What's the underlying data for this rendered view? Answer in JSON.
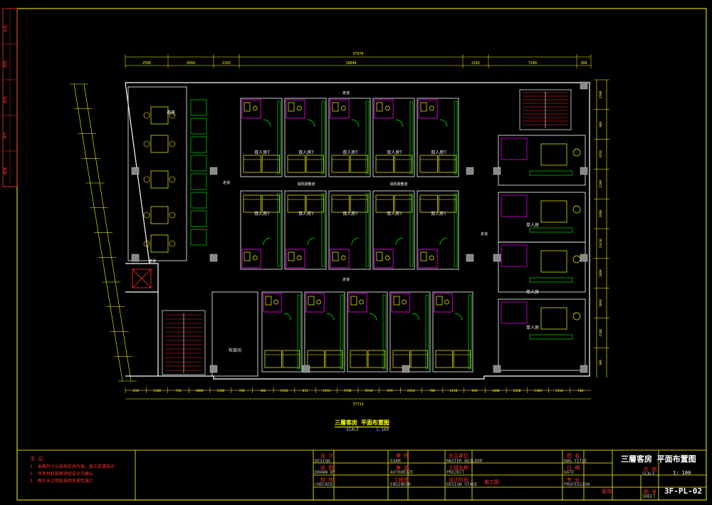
{
  "drawing": {
    "title": "三層客房 平面布置图",
    "scale_label": "SCALE",
    "scale_value": "1:100",
    "overall_dim_top": "37970",
    "overall_dim_bottom": "37713",
    "top_dims": [
      "2500",
      "4560",
      "2165",
      "18940",
      "2165",
      "7240",
      "300"
    ],
    "bottom_dims": [
      "650",
      "1100",
      "720",
      "1080",
      "3300",
      "700",
      "306",
      "2910",
      "851",
      "2910",
      "3780",
      "2910",
      "929",
      "2310",
      "700",
      "1410",
      "928",
      "1408",
      "2260",
      "1360",
      "2310",
      "700"
    ],
    "right_dims": [
      "2500",
      "900",
      "1950",
      "2100",
      "1800",
      "23430",
      "1800",
      "2060",
      "2500",
      "300"
    ],
    "room_labels": [
      "双人房T",
      "双人房T",
      "双人房T",
      "双人房T",
      "双人房T",
      "双人房T",
      "双人房T",
      "双人房T",
      "双人房T",
      "双人房T"
    ],
    "corridor_labels": [
      "走道",
      "走道",
      "走道",
      "走道",
      "走道"
    ],
    "duct_labels": [
      "消防疏散道",
      "消防疏散道"
    ],
    "suite_labels": [
      "单人房",
      "单人房",
      "单人房"
    ],
    "service_label": "布草间",
    "lounge_label": "茶座"
  },
  "title_block": {
    "notes_heading": "注 记",
    "notes": [
      "1. 本图尺寸以现场实测为准，施工前请核对",
      "2. 所有材料规格须经设计方确认",
      "3. 图中未注明处按相关规范施工"
    ],
    "design_cn": "设 计",
    "design_en": "DESIGN",
    "drawn_cn": "绘 图",
    "drawn_en": "DRAWN BY",
    "checked_cn": "校 核",
    "checked_en": "CHECKED",
    "exam_cn": "审 核",
    "exam_en": "EXAM",
    "authorize_cn": "审 定",
    "authorize_en": "AUTHORIZE",
    "engineer_cn": "工程师",
    "engineer_en": "ENGINEER",
    "master_cn": "业主单位",
    "master_en": "MASTER BUILDER",
    "project_cn": "工程名称",
    "project_en": "PROJECT",
    "stage_cn": "设计阶段",
    "stage_en": "DESIGN STAGE",
    "stage_value": "施工图",
    "dwg_title_cn": "图 名",
    "dwg_title_en": "DWG TITLE",
    "date_cn": "日 期",
    "date_en": "DATE",
    "profession_cn": "专 业",
    "profession_en": "PROFESSION",
    "profession_value": "装饰",
    "scale_cn": "比 例",
    "scale_en": "SCALE",
    "scale_value": "1: 100",
    "sheet_cn": "图 号",
    "sheet_en": "SHEET",
    "sheet_title": "三層客房 平面布置图",
    "sheet_number": "3F-PL-02"
  },
  "left_strip": [
    "会签",
    "建筑",
    "结构",
    "电气",
    "暖通"
  ],
  "colors": {
    "frame": "#ffff00",
    "wall": "#ffffff",
    "furniture": "#ffff00",
    "door": "#00ff00",
    "column": "#888888",
    "accent": "#ff00ff",
    "dim": "#ffff00",
    "note": "#ff3333"
  }
}
